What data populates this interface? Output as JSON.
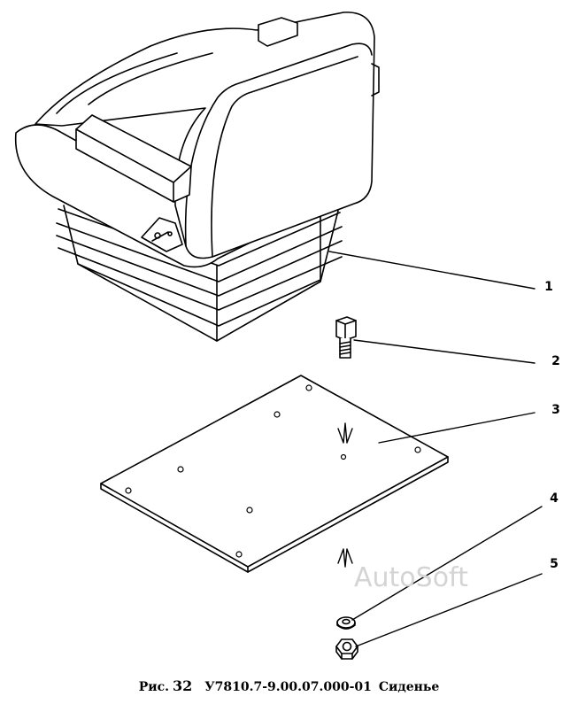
{
  "callouts": [
    "1",
    "2",
    "3",
    "4",
    "5"
  ],
  "watermark": "AutoSoft",
  "caption": {
    "fig_label": "Рис.",
    "fig_number": "32",
    "part_code": "У7810.7-9.00.07.000-01",
    "part_name": "Сиденье"
  }
}
